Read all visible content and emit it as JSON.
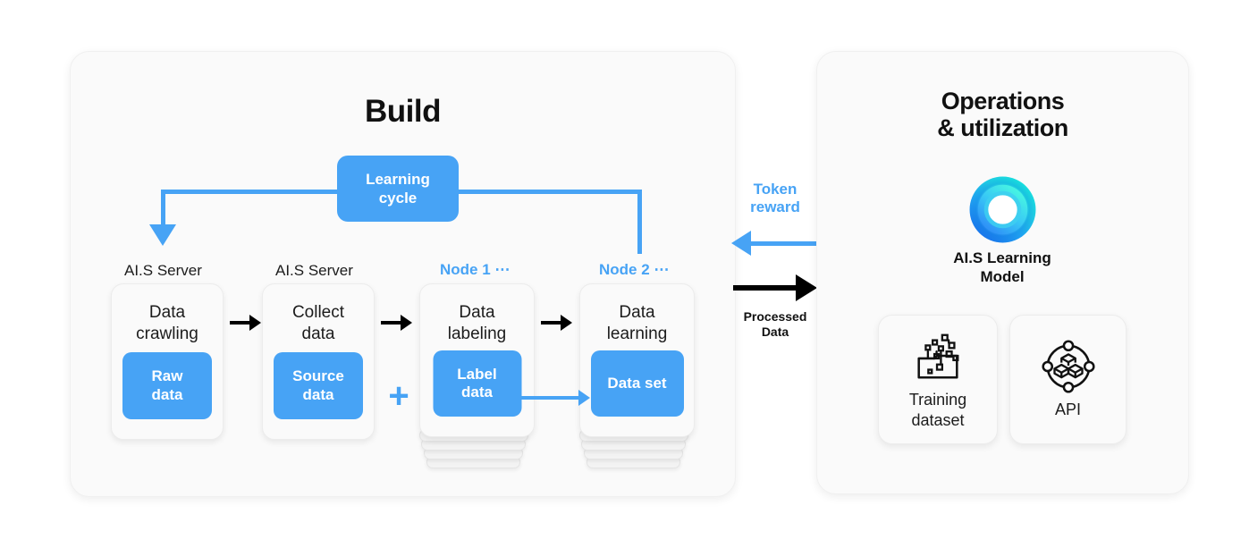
{
  "panels": {
    "build": {
      "title": "Build"
    },
    "ops": {
      "title": "Operations\n& utilization"
    }
  },
  "build": {
    "learning_cycle": {
      "label": "Learning\ncycle"
    },
    "columns": [
      {
        "label": "AI.S Server",
        "accent": false
      },
      {
        "label": "AI.S Server",
        "accent": false
      },
      {
        "label": "Node 1 ⋯",
        "accent": true
      },
      {
        "label": "Node 2 ⋯",
        "accent": true
      }
    ],
    "cards": [
      {
        "title": "Data\ncrawling",
        "chip": "Raw\ndata",
        "stacked": false
      },
      {
        "title": "Collect\ndata",
        "chip": "Source\ndata",
        "stacked": false
      },
      {
        "title": "Data\nlabeling",
        "chip": "Label\ndata",
        "stacked": true
      },
      {
        "title": "Data\nlearning",
        "chip": "Data set",
        "stacked": true
      }
    ],
    "plus_symbol": "+"
  },
  "exchange": {
    "token_reward": "Token\nreward",
    "processed_data": "Processed\nData"
  },
  "ops": {
    "model": {
      "caption": "AI.S Learning\nModel",
      "icon": "torus-logo-icon"
    },
    "tiles": [
      {
        "label": "Training\ndataset",
        "icon": "training-dataset-icon"
      },
      {
        "label": "API",
        "icon": "api-cube-network-icon"
      }
    ]
  },
  "colors": {
    "accent_blue": "#47a3f5",
    "panel_bg": "#fafafa",
    "text_dark": "#1c1c1c",
    "logo_cyan": "#22e4d0",
    "logo_blue": "#1d8bf5"
  }
}
